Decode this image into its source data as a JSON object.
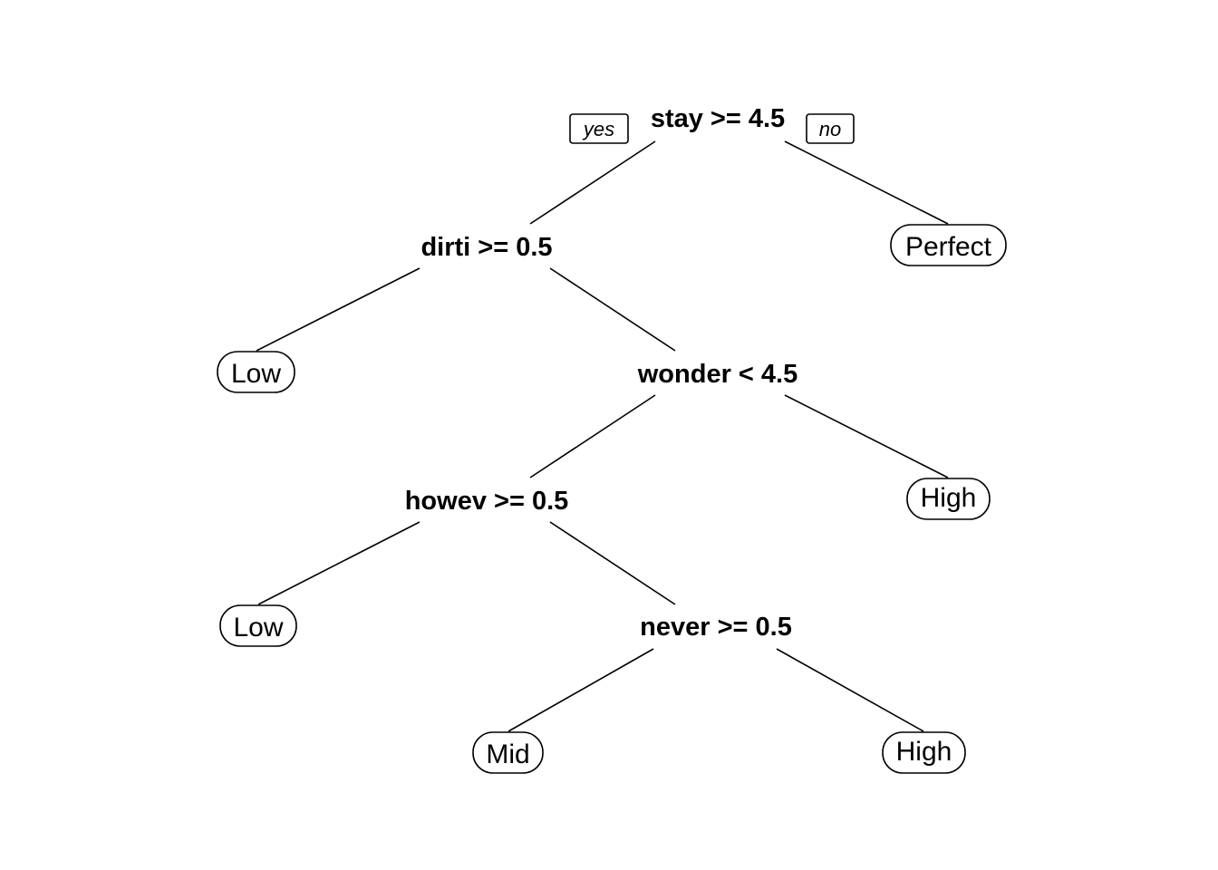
{
  "tree": {
    "branch_labels": {
      "left": "yes",
      "right": "no"
    },
    "nodes": [
      {
        "id": "n1",
        "type": "split",
        "label": "stay >= 4.5"
      },
      {
        "id": "n2",
        "type": "split",
        "label": "dirti >= 0.5"
      },
      {
        "id": "n3",
        "type": "leaf",
        "label": "Perfect"
      },
      {
        "id": "n4",
        "type": "leaf",
        "label": "Low"
      },
      {
        "id": "n5",
        "type": "split",
        "label": "wonder < 4.5"
      },
      {
        "id": "n6",
        "type": "split",
        "label": "howev >= 0.5"
      },
      {
        "id": "n7",
        "type": "leaf",
        "label": "High"
      },
      {
        "id": "n8",
        "type": "leaf",
        "label": "Low"
      },
      {
        "id": "n9",
        "type": "split",
        "label": "never >= 0.5"
      },
      {
        "id": "n10",
        "type": "leaf",
        "label": "Mid"
      },
      {
        "id": "n11",
        "type": "leaf",
        "label": "High"
      }
    ],
    "edges": [
      {
        "from": "n1",
        "to": "n2"
      },
      {
        "from": "n1",
        "to": "n3"
      },
      {
        "from": "n2",
        "to": "n4"
      },
      {
        "from": "n2",
        "to": "n5"
      },
      {
        "from": "n5",
        "to": "n6"
      },
      {
        "from": "n5",
        "to": "n7"
      },
      {
        "from": "n6",
        "to": "n8"
      },
      {
        "from": "n6",
        "to": "n9"
      },
      {
        "from": "n9",
        "to": "n10"
      },
      {
        "from": "n9",
        "to": "n11"
      }
    ]
  }
}
